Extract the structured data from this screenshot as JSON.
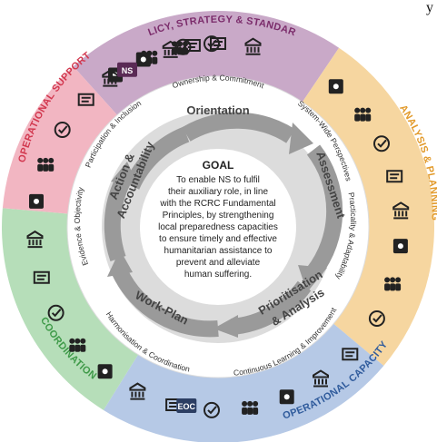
{
  "corner_text": "y",
  "segments": [
    {
      "key": "policy",
      "label": "POLICY, STRATEGY & STANDARDS",
      "color": "#c9a9c8",
      "text_color": "#7b2c6b",
      "icon_bg": "#5a2a55"
    },
    {
      "key": "analysis",
      "label": "ANALYSIS & PLANNING",
      "color": "#f6d6a0",
      "text_color": "#e29a2b"
    },
    {
      "key": "capacity",
      "label": "OPERATIONAL CAPACITY",
      "color": "#b6c9e6",
      "text_color": "#2f5b9c"
    },
    {
      "key": "coordination",
      "label": "COORDINATION",
      "color": "#b6deb9",
      "text_color": "#3e9a48"
    },
    {
      "key": "support",
      "label": "OPERATIONAL SUPPORT",
      "color": "#f2b6c2",
      "text_color": "#d2384f"
    }
  ],
  "ring": {
    "top": "Ownership & Commitment",
    "right_top": "System-Wide Perspectives",
    "right": "Practicality & Adaptability",
    "bottom_right": "Continuous Learning & Improvement",
    "bottom_left": "Harmonisation & Coordination",
    "left": "Evidence & Objectivity",
    "left_top": "Participation & Inclusion"
  },
  "cycle": {
    "orientation": "Orientation",
    "assessment": "Assessment",
    "prioritisation_1": "Prioritisation",
    "prioritisation_2": "& Analysis",
    "workplan": "Work-Plan",
    "action_1": "Action &",
    "action_2": "Accountability"
  },
  "goal": {
    "title": "GOAL",
    "lines": [
      "To enable NS to fulfil",
      "their auxiliary role, in line",
      "with the RCRC Fundamental",
      "Principles, by strengthening",
      "local preparedness capacities",
      "to ensure timely and effective",
      "humanitarian assistance to",
      "prevent and alleviate",
      "human suffering."
    ]
  },
  "icons": {
    "ns_badge": "NS",
    "eoc_badge": "EOC",
    "names": [
      "law-icon",
      "chess-rook-icon",
      "document-icon",
      "megaphone-icon",
      "person-check-icon",
      "monitor-search-icon",
      "report-icon",
      "handshake-hands-icon",
      "checklist-icon",
      "cycle-gear-icon",
      "stacked-docs-icon",
      "arrows-icon",
      "people-check-icon",
      "team-icon",
      "person-laptop-icon",
      "tools-icon",
      "money-icon",
      "question-doc-icon",
      "person-chart-icon",
      "settings-sliders-icon",
      "lightbulb-icon",
      "handshake-icon",
      "arrows-in-icon",
      "bank-icon",
      "people-un-icon",
      "sync-icon",
      "people-exchange-icon",
      "shield-heart-icon",
      "magnify-chart-icon",
      "cash-icon",
      "signal-person-icon",
      "transport-icon",
      "group-icon",
      "speech-icon",
      "money-bag-icon"
    ]
  }
}
